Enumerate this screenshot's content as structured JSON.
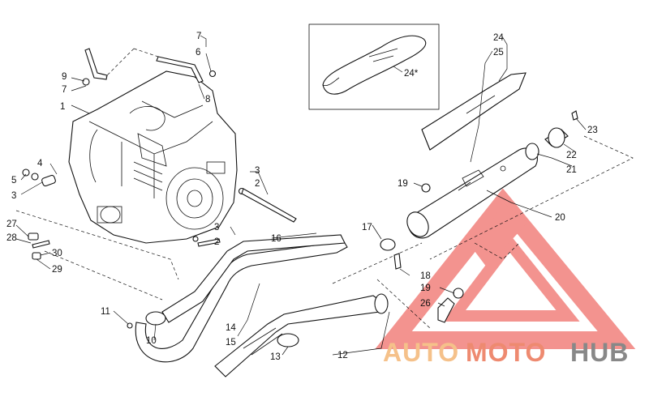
{
  "callouts": [
    {
      "id": "c1",
      "text": "1"
    },
    {
      "id": "c2a",
      "text": "2"
    },
    {
      "id": "c2b",
      "text": "2"
    },
    {
      "id": "c3a",
      "text": "3"
    },
    {
      "id": "c3b",
      "text": "3"
    },
    {
      "id": "c3c",
      "text": "3"
    },
    {
      "id": "c4",
      "text": "4"
    },
    {
      "id": "c5",
      "text": "5"
    },
    {
      "id": "c6",
      "text": "6"
    },
    {
      "id": "c7a",
      "text": "7"
    },
    {
      "id": "c7b",
      "text": "7"
    },
    {
      "id": "c8",
      "text": "8"
    },
    {
      "id": "c9",
      "text": "9"
    },
    {
      "id": "c10",
      "text": "10"
    },
    {
      "id": "c11",
      "text": "11"
    },
    {
      "id": "c12",
      "text": "12"
    },
    {
      "id": "c13",
      "text": "13"
    },
    {
      "id": "c14",
      "text": "14"
    },
    {
      "id": "c15",
      "text": "15"
    },
    {
      "id": "c16",
      "text": "16"
    },
    {
      "id": "c17",
      "text": "17"
    },
    {
      "id": "c18",
      "text": "18"
    },
    {
      "id": "c19a",
      "text": "19"
    },
    {
      "id": "c19b",
      "text": "19"
    },
    {
      "id": "c20",
      "text": "20"
    },
    {
      "id": "c21",
      "text": "21"
    },
    {
      "id": "c22",
      "text": "22"
    },
    {
      "id": "c23",
      "text": "23"
    },
    {
      "id": "c24a",
      "text": "24"
    },
    {
      "id": "c24b",
      "text": "24*"
    },
    {
      "id": "c25",
      "text": "25"
    },
    {
      "id": "c26",
      "text": "26"
    },
    {
      "id": "c27",
      "text": "27"
    },
    {
      "id": "c28",
      "text": "28"
    },
    {
      "id": "c29",
      "text": "29"
    },
    {
      "id": "c30",
      "text": "30"
    }
  ],
  "watermark": {
    "part1": "AUTO",
    "part2": "MOTO",
    "part3": "HUB",
    "color_light": "#f5c18a",
    "color_mid": "#ee8a70",
    "color_dark": "#888888",
    "logo_color": "#ef6f6a"
  }
}
